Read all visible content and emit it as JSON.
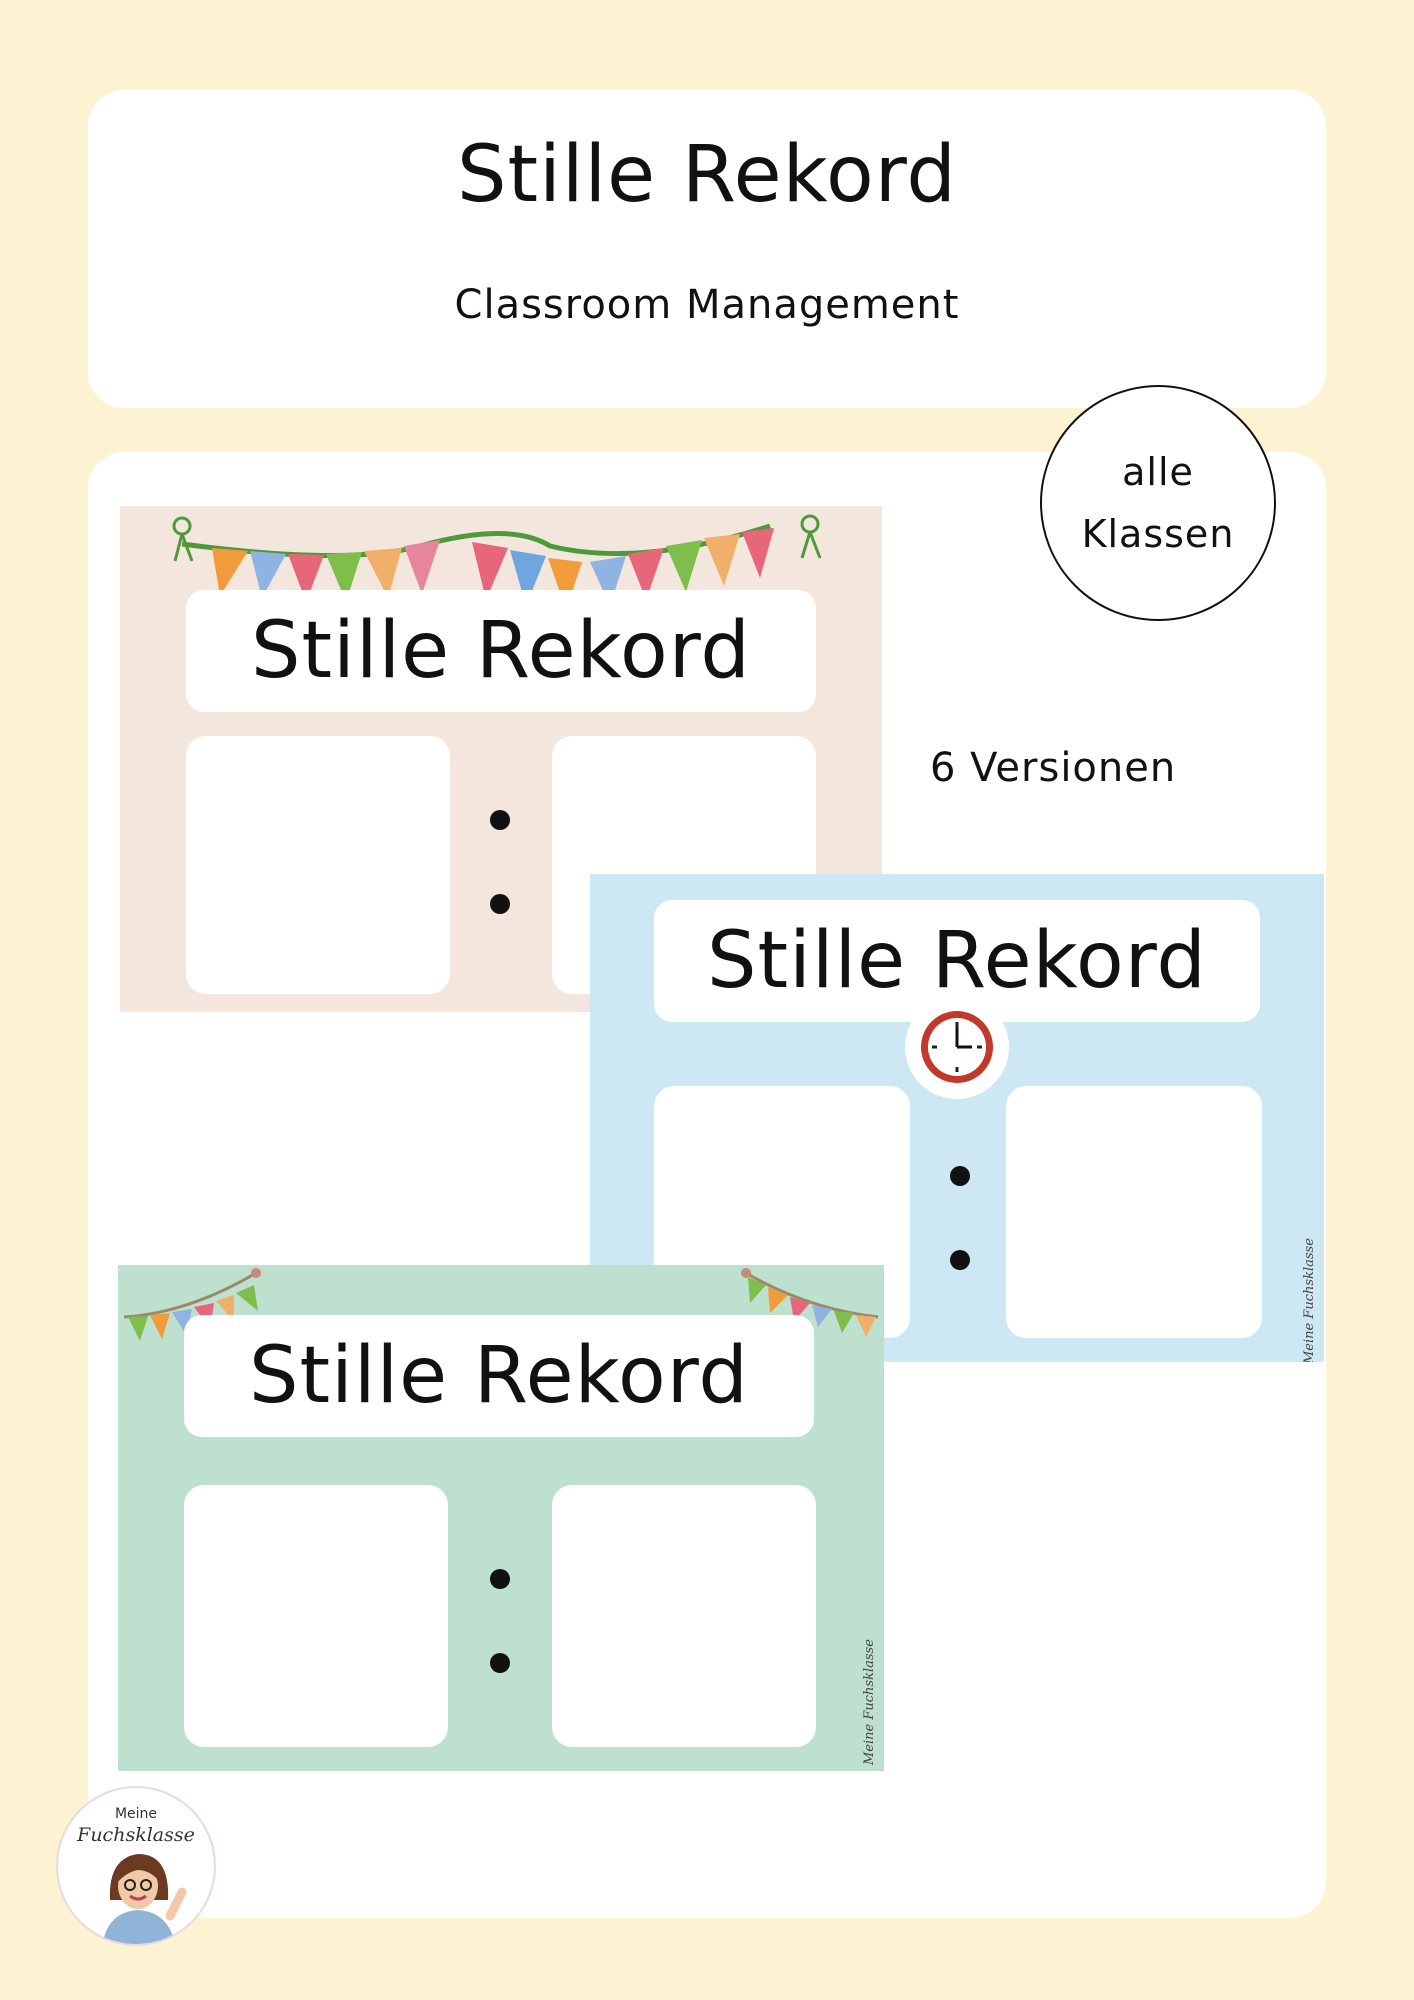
{
  "header": {
    "title": "Stille Rekord",
    "subtitle": "Classroom Management"
  },
  "badge": {
    "line1": "alle",
    "line2": "Klassen"
  },
  "versions_label": "6 Versionen",
  "previews": [
    {
      "title": "Stille Rekord",
      "background": "#f3e6dd",
      "decoration": "bunting-icon"
    },
    {
      "title": "Stille Rekord",
      "background": "#cde7f4",
      "decoration": "clock-icon",
      "signature": "Meine Fuchsklasse"
    },
    {
      "title": "Stille Rekord",
      "background": "#bde0cf",
      "decoration": "bunting-icon",
      "signature": "Meine Fuchsklasse"
    }
  ],
  "logo": {
    "line1": "Meine",
    "line2": "Fuchsklasse"
  },
  "colors": {
    "page_background": "#fdf3d2",
    "panel": "#ffffff"
  }
}
